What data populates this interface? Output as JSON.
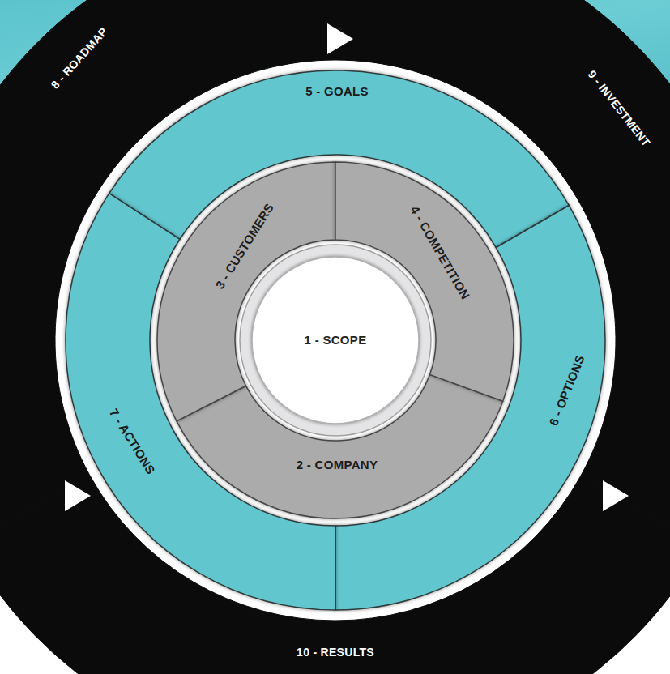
{
  "diagram": {
    "nodes": [
      {
        "text": [
          "1 - SCOPE"
        ]
      },
      {
        "text": [
          "2 - COMPANY"
        ]
      },
      {
        "text": [
          "3 - CUSTOMERS"
        ]
      },
      {
        "text": [
          "4 - COMPETITION"
        ]
      },
      {
        "text": [
          "5 - GOALS"
        ]
      },
      {
        "text": [
          "6 - OPTIONS"
        ]
      },
      {
        "text": [
          "7 - ACTIONS"
        ]
      },
      {
        "text": [
          "8 - ROADMAP"
        ]
      },
      {
        "text": [
          "9 - INVESTMENT"
        ]
      },
      {
        "text": [
          "10 - RESULTS"
        ]
      }
    ]
  }
}
